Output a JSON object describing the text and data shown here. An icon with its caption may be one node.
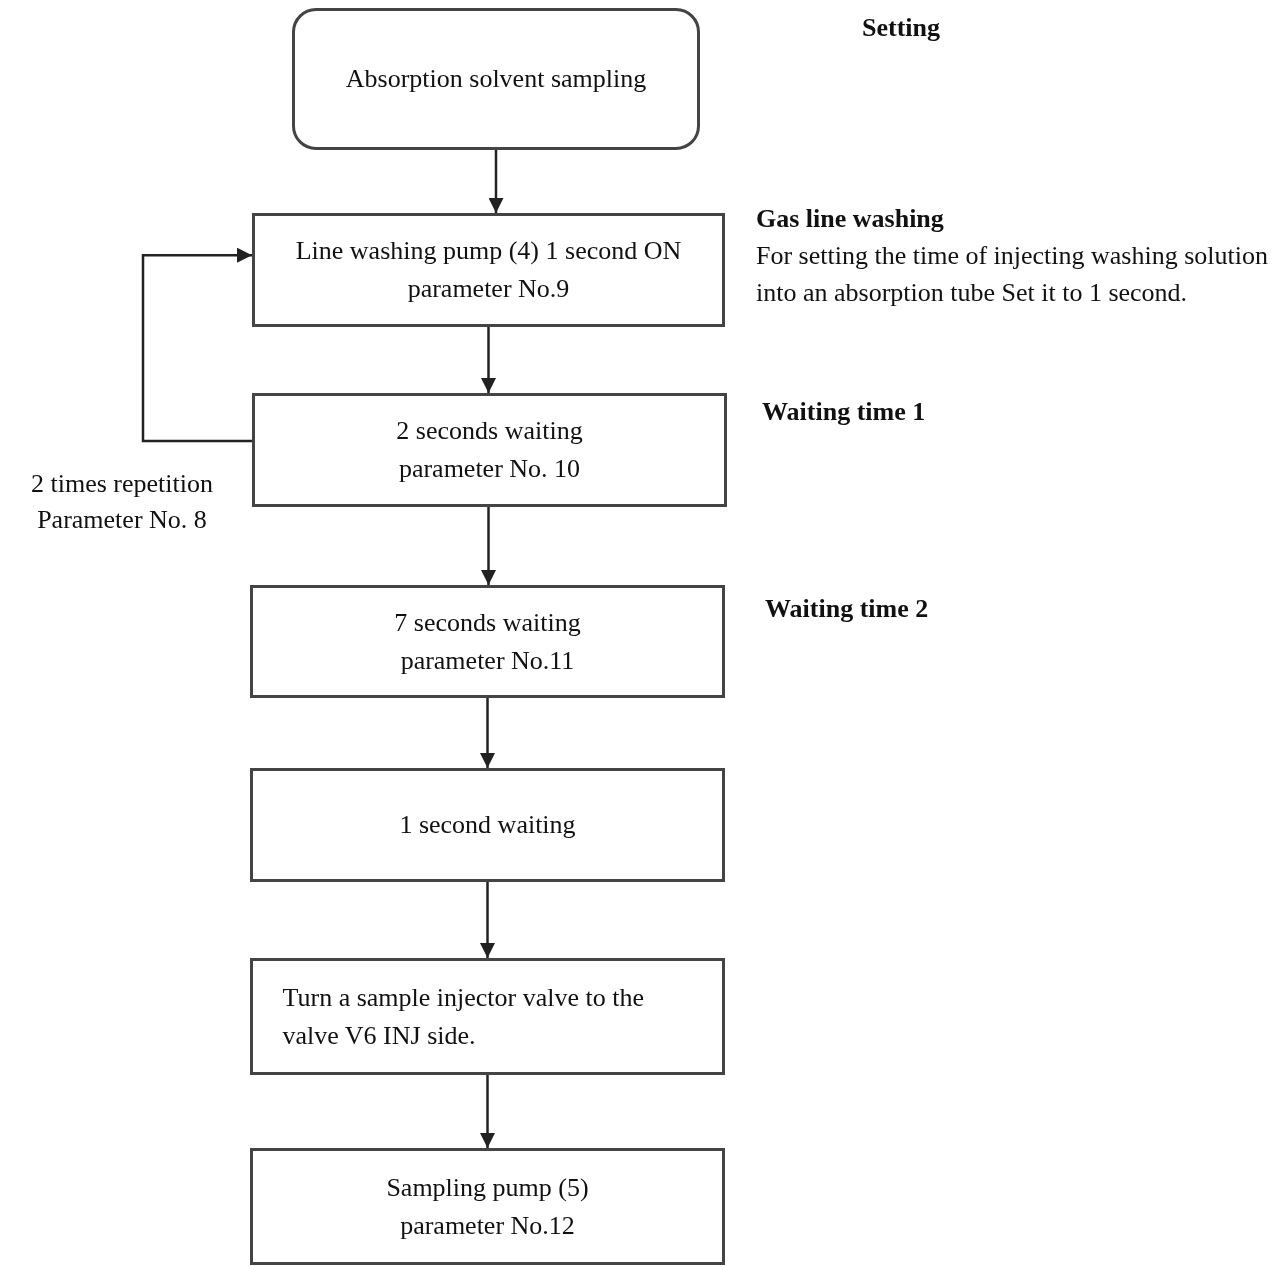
{
  "diagram": {
    "nodes": [
      {
        "text": [
          "Absorption solvent sampling"
        ]
      },
      {
        "text": [
          "Line washing pump (4) 1 second ON parameter No.9"
        ],
        "beside": [
          "Gas line washing",
          "For setting the time of injecting washing solution into an absorption tube Set it to 1 second."
        ]
      },
      {
        "text": [
          "2 seconds waiting parameter No. 10"
        ],
        "beside": [
          "Waiting time 1"
        ]
      },
      {
        "text": [
          "7 seconds waiting parameter No.11"
        ],
        "beside": [
          "Waiting time 2"
        ]
      },
      {
        "text": [
          "1 second waiting"
        ]
      },
      {
        "text": [
          "Turn a sample injector valve to the valve V6 INJ side."
        ]
      },
      {
        "text": [
          "Sampling pump (5) parameter No.12"
        ]
      }
    ],
    "edges": [
      {
        "from": 0,
        "to": 1,
        "arrow": "to"
      },
      {
        "from": 1,
        "to": 2,
        "arrow": "to"
      },
      {
        "from": 2,
        "to": 1,
        "arrow": "to",
        "label": "2 times repetition Parameter No. 8"
      },
      {
        "from": 2,
        "to": 3,
        "arrow": "to"
      },
      {
        "from": 3,
        "to": 4,
        "arrow": "to"
      },
      {
        "from": 4,
        "to": 5,
        "arrow": "to"
      },
      {
        "from": 5,
        "to": 6,
        "arrow": "to"
      }
    ],
    "labels": [
      "Setting"
    ]
  }
}
